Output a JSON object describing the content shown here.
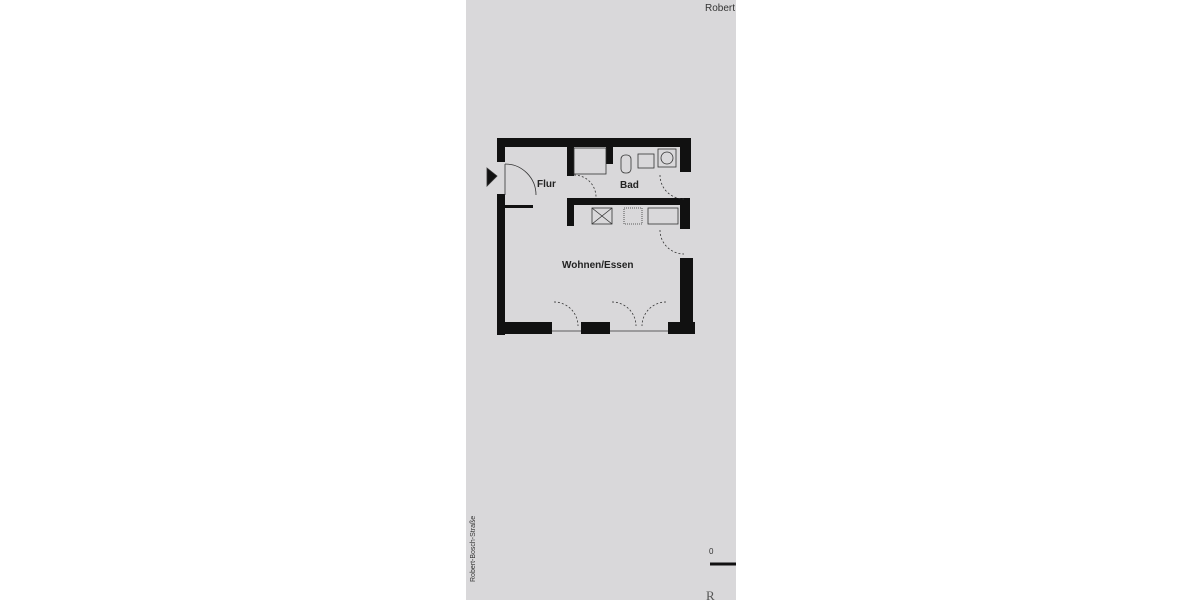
{
  "document": {
    "header_text": "Robert",
    "street_label": "Robert-Bosch-Straße",
    "scale_zero": "0",
    "footer_text": "R"
  },
  "floor_plan": {
    "rooms": [
      {
        "name": "Flur"
      },
      {
        "name": "Bad"
      },
      {
        "name": "Wohnen/Essen"
      }
    ],
    "colors": {
      "paper": "#d9d8da",
      "walls": "#111111"
    }
  }
}
